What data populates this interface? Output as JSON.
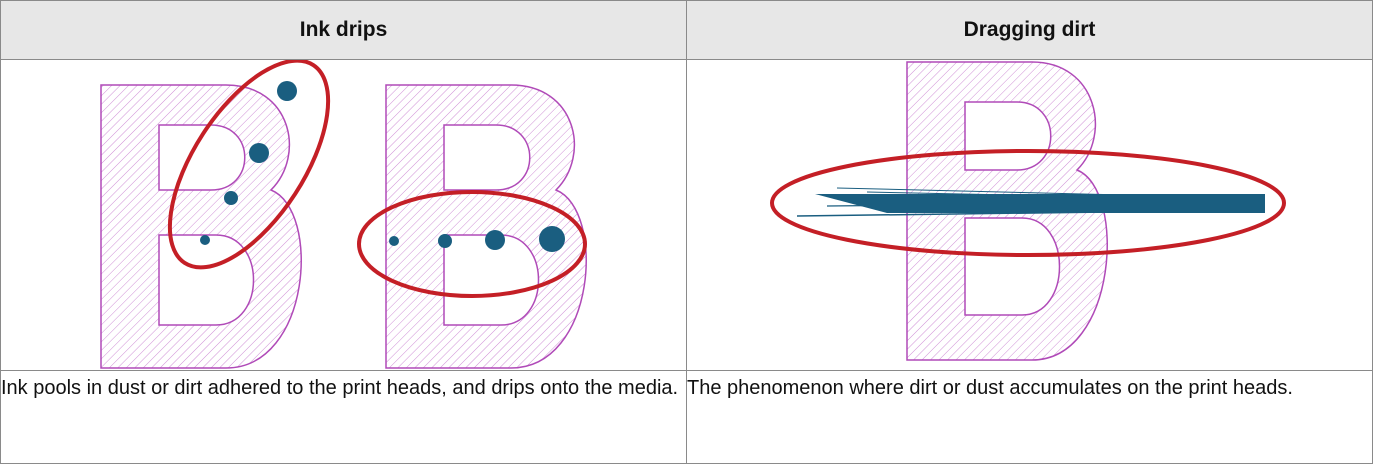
{
  "table": {
    "columns": [
      {
        "header": "Ink drips",
        "caption": "Ink pools in dust or dirt adhered to the print heads, and drips onto the media.",
        "figure": {
          "letter": "B",
          "illustration": "letter-b-ink-drips"
        }
      },
      {
        "header": "Dragging dirt",
        "caption": "The phenomenon where dirt or dust accumulates on the print heads.",
        "figure": {
          "letter": "B",
          "illustration": "letter-b-dragging-dirt"
        }
      }
    ]
  },
  "colors": {
    "header_bg": "#e7e7e7",
    "border": "#8a8a8a",
    "letter_outline": "#b04ab8",
    "ink": "#1a5e80",
    "highlight_ellipse": "#c41f26"
  }
}
